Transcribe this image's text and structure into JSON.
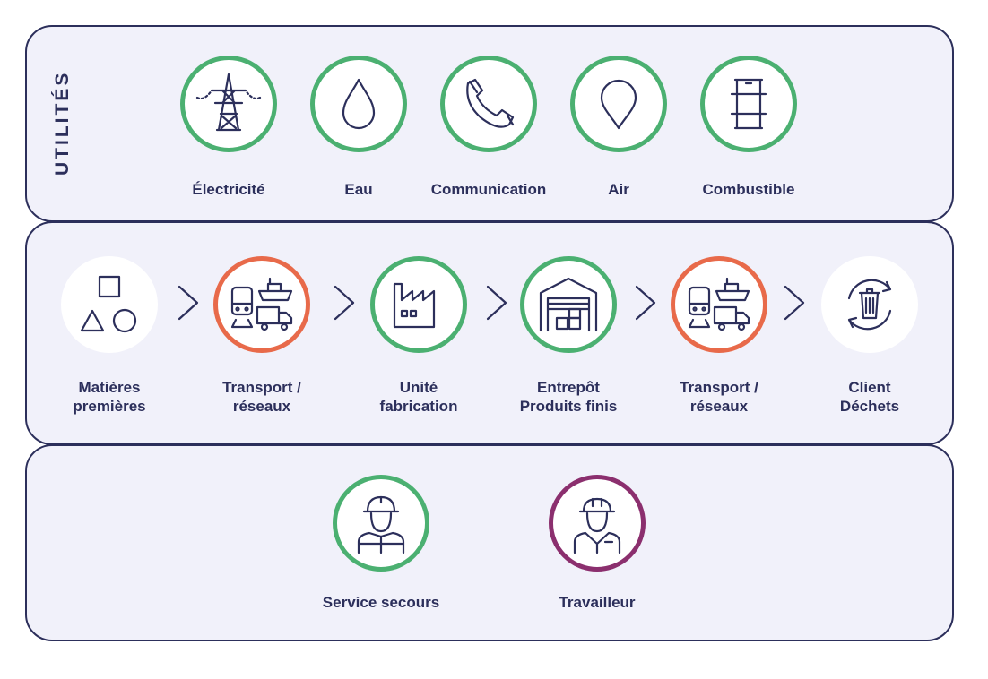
{
  "colors": {
    "navy": "#2c2f5b",
    "panel_bg": "#f1f1fa",
    "green": "#4bb071",
    "orange": "#e86a4a",
    "purple": "#8b2f6e"
  },
  "utilities": {
    "section_label": "UTILITÉS",
    "items": [
      {
        "label": "Électricité",
        "icon": "power-pylon-icon",
        "ring": "#4bb071"
      },
      {
        "label": "Eau",
        "icon": "water-drop-icon",
        "ring": "#4bb071"
      },
      {
        "label": "Communication",
        "icon": "phone-handset-icon",
        "ring": "#4bb071"
      },
      {
        "label": "Air",
        "icon": "air-drop-icon",
        "ring": "#4bb071"
      },
      {
        "label": "Combustible",
        "icon": "fuel-barrel-icon",
        "ring": "#4bb071"
      }
    ]
  },
  "chain": {
    "items": [
      {
        "label_line1": "Matières",
        "label_line2": "premières",
        "icon": "shapes-icon",
        "ring": "none"
      },
      {
        "label_line1": "Transport /",
        "label_line2": "réseaux",
        "icon": "transport-icon",
        "ring": "#e86a4a"
      },
      {
        "label_line1": "Unité",
        "label_line2": "fabrication",
        "icon": "factory-icon",
        "ring": "#4bb071"
      },
      {
        "label_line1": "Entrepôt",
        "label_line2": "Produits finis",
        "icon": "warehouse-icon",
        "ring": "#4bb071"
      },
      {
        "label_line1": "Transport /",
        "label_line2": "réseaux",
        "icon": "transport-icon",
        "ring": "#e86a4a"
      },
      {
        "label_line1": "Client",
        "label_line2": "Déchets",
        "icon": "recycle-bin-icon",
        "ring": "none"
      }
    ]
  },
  "people": {
    "items": [
      {
        "label": "Service secours",
        "icon": "firefighter-icon",
        "ring": "#4bb071"
      },
      {
        "label": "Travailleur",
        "icon": "worker-icon",
        "ring": "#8b2f6e"
      }
    ]
  }
}
